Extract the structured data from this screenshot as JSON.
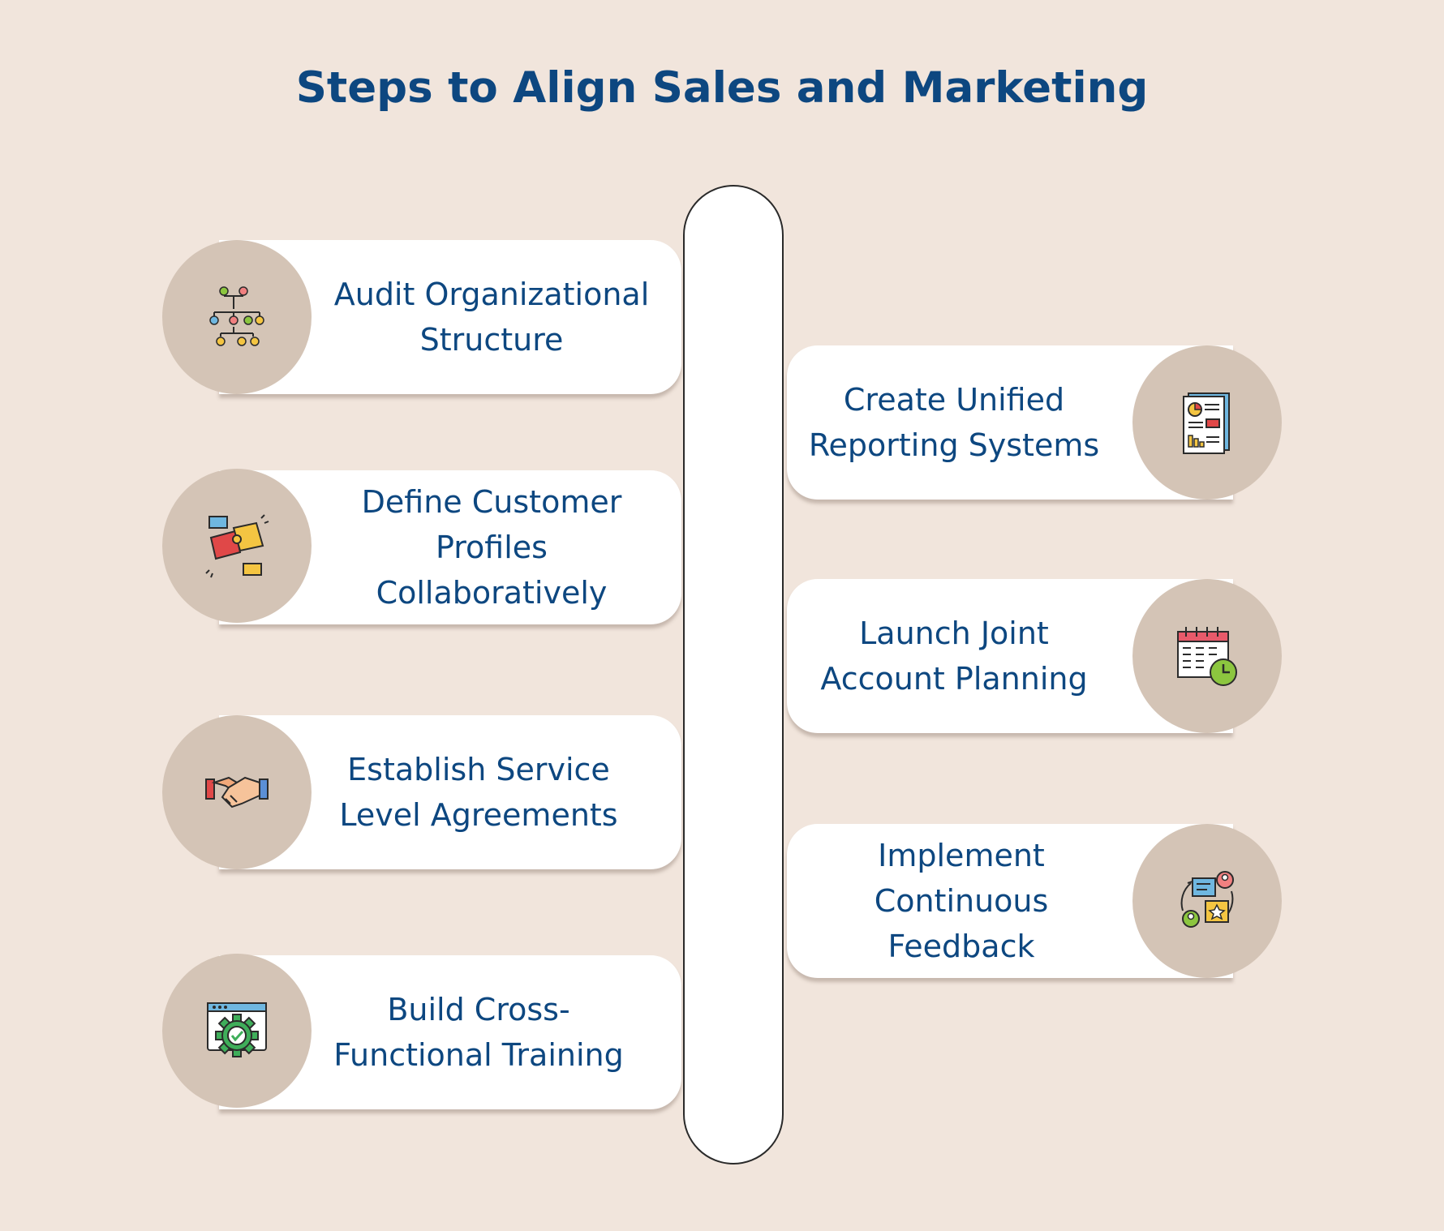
{
  "title": "Steps to Align Sales and Marketing",
  "steps_left": [
    {
      "label_lines": [
        "Audit Organizational",
        "Structure"
      ],
      "icon": "org-chart-icon"
    },
    {
      "label_lines": [
        "Define Customer",
        "Profiles",
        "Collaboratively"
      ],
      "icon": "puzzle-hands-icon"
    },
    {
      "label_lines": [
        "Establish Service",
        "Level Agreements"
      ],
      "icon": "handshake-icon"
    },
    {
      "label_lines": [
        "Build Cross-",
        "Functional Training"
      ],
      "icon": "gear-check-icon"
    }
  ],
  "steps_right": [
    {
      "label_lines": [
        "Create Unified",
        "Reporting Systems"
      ],
      "icon": "report-document-icon"
    },
    {
      "label_lines": [
        "Launch Joint",
        "Account Planning"
      ],
      "icon": "calendar-clock-icon"
    },
    {
      "label_lines": [
        "Implement",
        "Continuous",
        "Feedback"
      ],
      "icon": "feedback-cycle-icon"
    }
  ]
}
